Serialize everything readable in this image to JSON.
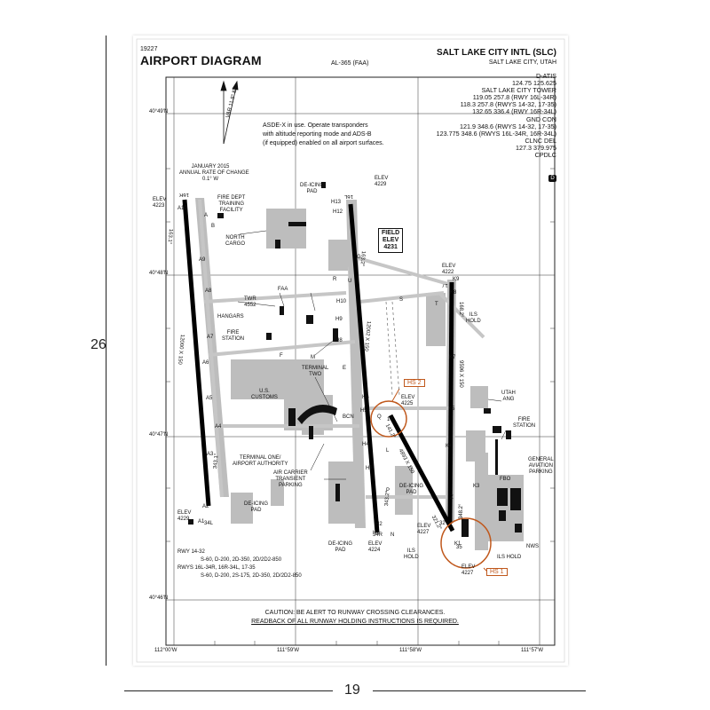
{
  "frame": {
    "height_label": "26",
    "width_label": "19"
  },
  "header": {
    "id": "19227",
    "title": "AIRPORT DIAGRAM",
    "series": "AL-365 (FAA)",
    "airport": "SALT LAKE CITY INTL",
    "airport_code": "(SLC)",
    "city": "SALT LAKE CITY, UTAH"
  },
  "frequencies": [
    "D-ATIS",
    "124.75 125.625",
    "SALT LAKE CITY TOWER",
    "119.05 257.8 (RWY 16L-34R)",
    "118.3 257.8 (RWYS 14-32, 17-35)",
    "132.65 336.4 (RWY 16R-34L)",
    "GND CON",
    "121.9 348.6 (RWYS 14-32, 17-35)",
    "123.775 348.6 (RWYS 16L-34R, 16R-34L)",
    "CLNC DEL",
    "127.3 379.975",
    "CPDLC"
  ],
  "cpdlc_badge": "D",
  "notes": {
    "asde": [
      "ASDE-X in use. Operate transponders",
      "with altitude reporting mode and ADS-B",
      "(if equipped) enabled on all airport surfaces."
    ],
    "rate_change": [
      "JANUARY 2015",
      "ANNUAL RATE OF CHANGE",
      "0.1° W"
    ],
    "variation": "VAR 11.8° E",
    "caution": [
      "CAUTION: BE ALERT TO RUNWAY CROSSING CLEARANCES.",
      "READBACK OF ALL RUNWAY HOLDING INSTRUCTIONS IS REQUIRED."
    ]
  },
  "field_elev": [
    "FIELD",
    "ELEV",
    "4231"
  ],
  "latitudes": [
    "40°49'N",
    "40°48'N",
    "40°47'N",
    "40°46'N"
  ],
  "longitudes": [
    "112°00'W",
    "111°59'W",
    "111°58'W",
    "111°57'W"
  ],
  "runway_table": {
    "rwy": "RWY  14-32",
    "rwy_14_32": "S-60, D-200, 2D-350, 2D/2D2-850",
    "rwys": "RWYS 16L-34R, 16R-34L, 17-35",
    "rwys_multi": "S-60, D-200, 2S-175, 2D-350, 2D/2D2-850"
  },
  "runways": {
    "r16r_34l": {
      "top": "16R",
      "bottom": "34L",
      "length": "12000 X 150",
      "hdg_top": "163.1°",
      "hdg_bottom": "343.1°",
      "elev_top": [
        "ELEV",
        "4223"
      ],
      "elev_bottom": [
        "ELEV",
        "4229"
      ]
    },
    "r16l_34r": {
      "top": "16L",
      "bottom": "34R",
      "length": "12002 X 150",
      "hdg_top": "163.2°",
      "hdg_bottom": "343.2°",
      "elev_top": [
        "ELEV",
        "4229"
      ],
      "elev_bottom": [
        "ELEV",
        "4224"
      ]
    },
    "r17_35": {
      "top": "17",
      "bottom": "35",
      "length": "9596 X 150",
      "hdg_top": "168.2°",
      "hdg_bottom": "348.2°",
      "elev_top": [
        "ELEV",
        "4222"
      ],
      "elev_bottom": [
        "ELEV",
        "4227"
      ]
    },
    "r14_32": {
      "top": "14",
      "bottom": "32",
      "length": "4893 X 150",
      "hdg_top": "141.2°",
      "hdg_bottom": "321.2°",
      "elev_top": [
        "ELEV",
        "4225"
      ],
      "elev_bottom": [
        "ELEV",
        "4227"
      ]
    }
  },
  "labels": {
    "fire_dept": [
      "FIRE DEPT",
      "TRAINING",
      "FACILITY"
    ],
    "north_cargo": [
      "NORTH",
      "CARGO"
    ],
    "deicing_north": [
      "DE-ICING",
      "PAD"
    ],
    "faa": "FAA",
    "twr": [
      "TWR",
      "4552"
    ],
    "hangars": "HANGARS",
    "fire_station": [
      "FIRE",
      "STATION"
    ],
    "terminal_two": [
      "TERMINAL",
      "TWO"
    ],
    "us_customs": [
      "U.S.",
      "CUSTOMS"
    ],
    "bcn": "BCN",
    "terminal_one": [
      "TERMINAL ONE/",
      "AIRPORT AUTHORITY"
    ],
    "air_carrier": [
      "AIR CARRIER",
      "TRANSIENT",
      "PARKING"
    ],
    "deicing_sw": [
      "DE-ICING",
      "PAD"
    ],
    "deicing_center": [
      "DE-ICING",
      "PAD"
    ],
    "deicing_south": [
      "DE-ICING",
      "PAD"
    ],
    "ils_hold_n": [
      "ILS",
      "HOLD"
    ],
    "ils_hold_s": [
      "ILS",
      "HOLD"
    ],
    "ils_hold_se": "ILS HOLD",
    "utah_ang": [
      "UTAH",
      "ANG"
    ],
    "fire_station_e": [
      "FIRE",
      "STATION"
    ],
    "ga_parking": [
      "GENERAL",
      "AVIATION",
      "PARKING"
    ],
    "fbo": "FBO",
    "nws": "NWS",
    "hs2": "HS 2",
    "hs1": "HS 1"
  },
  "taxiways": {
    "west": [
      "A10",
      "A9",
      "A8",
      "A7",
      "A6",
      "A5",
      "A4",
      "A3",
      "A2",
      "A1"
    ],
    "center": [
      "H13",
      "H12",
      "H10",
      "H9",
      "H8",
      "H6",
      "H5",
      "H4",
      "H3",
      "H2",
      "H1"
    ],
    "east": [
      "K9",
      "K8",
      "K7",
      "K5",
      "K4",
      "K3",
      "K1"
    ],
    "misc": [
      "A",
      "B",
      "F",
      "G",
      "U",
      "Q",
      "S",
      "L",
      "P",
      "Z",
      "N",
      "R",
      "M",
      "T",
      "E"
    ]
  }
}
